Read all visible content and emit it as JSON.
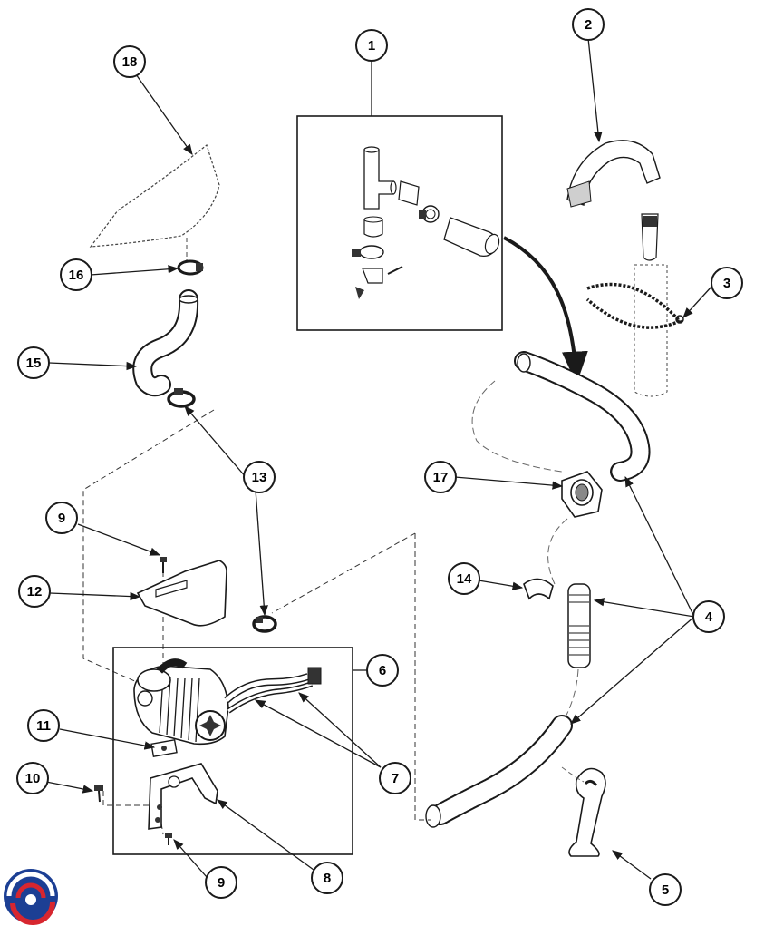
{
  "diagram": {
    "callouts": [
      "1",
      "2",
      "3",
      "4",
      "5",
      "6",
      "7",
      "8",
      "9",
      "9",
      "10",
      "11",
      "12",
      "13",
      "14",
      "15",
      "16",
      "17",
      "18"
    ]
  },
  "colors": {
    "ink": "#1a1a1a",
    "logo_blue": "#1c3f94",
    "logo_red": "#d7262f"
  },
  "icons": [
    "parts-logo-icon"
  ]
}
